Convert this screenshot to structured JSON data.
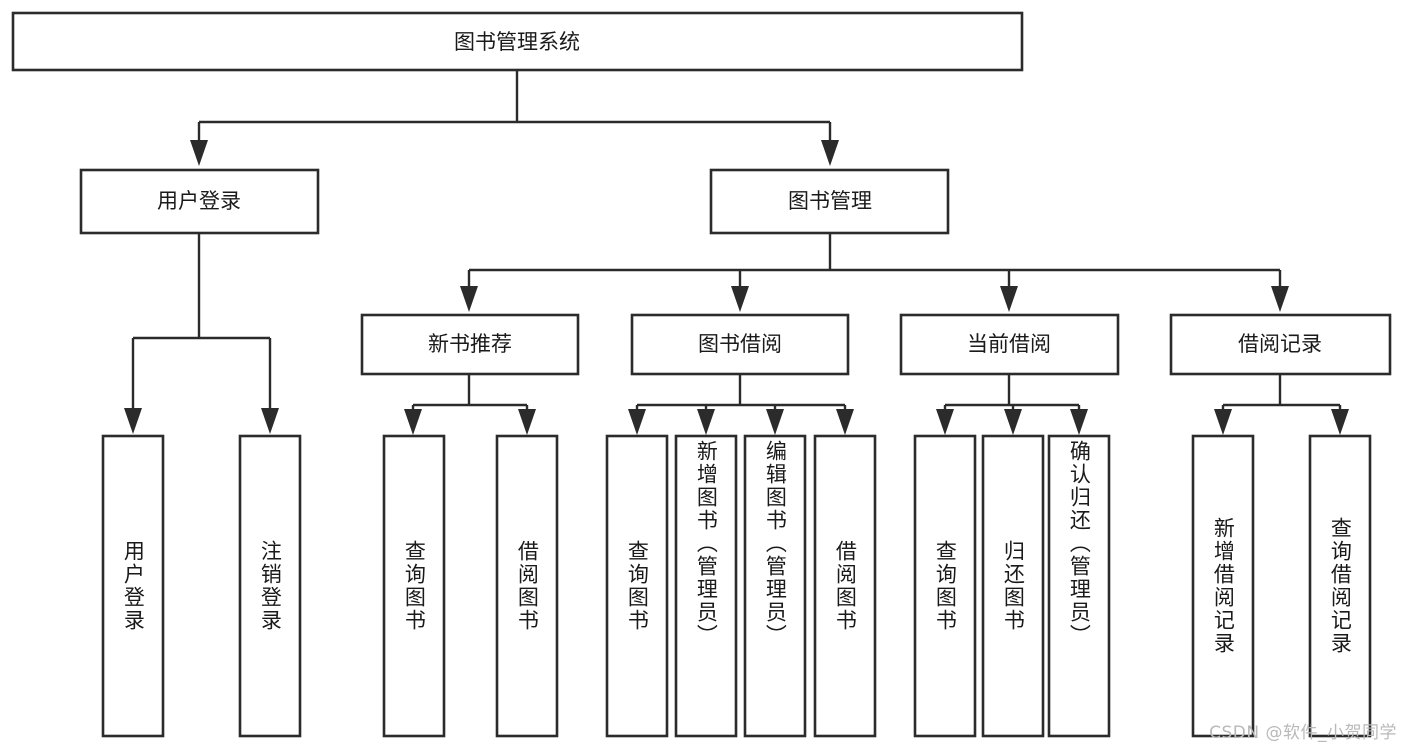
{
  "diagram": {
    "type": "tree-hierarchy",
    "title": "图书管理系统",
    "orientation": "top-down",
    "colors": {
      "box_border": "#2b2b2b",
      "box_fill": "#ffffff",
      "connector": "#2b2b2b",
      "text": "#1a1a1a",
      "background": "#ffffff",
      "watermark": "#b9b9b9"
    },
    "root": {
      "label": "图书管理系统"
    },
    "level2": [
      {
        "label": "用户登录"
      },
      {
        "label": "图书管理"
      }
    ],
    "level3": [
      {
        "label": "新书推荐"
      },
      {
        "label": "图书借阅"
      },
      {
        "label": "当前借阅"
      },
      {
        "label": "借阅记录"
      }
    ],
    "leaves": {
      "user_login": [
        {
          "label": "用户登录"
        },
        {
          "label": "注销登录"
        }
      ],
      "new_book_recommend": [
        {
          "label": "查询图书"
        },
        {
          "label": "借阅图书"
        }
      ],
      "book_borrow": [
        {
          "label": "查询图书"
        },
        {
          "label": "新增图书（管理员）"
        },
        {
          "label": "编辑图书（管理员）"
        },
        {
          "label": "借阅图书"
        }
      ],
      "current_borrow": [
        {
          "label": "查询图书"
        },
        {
          "label": "归还图书"
        },
        {
          "label": "确认归还（管理员）"
        }
      ],
      "borrow_records": [
        {
          "label": "新增借阅记录"
        },
        {
          "label": "查询借阅记录"
        }
      ]
    }
  },
  "watermark": {
    "text": "CSDN @软件_小贺同学"
  }
}
